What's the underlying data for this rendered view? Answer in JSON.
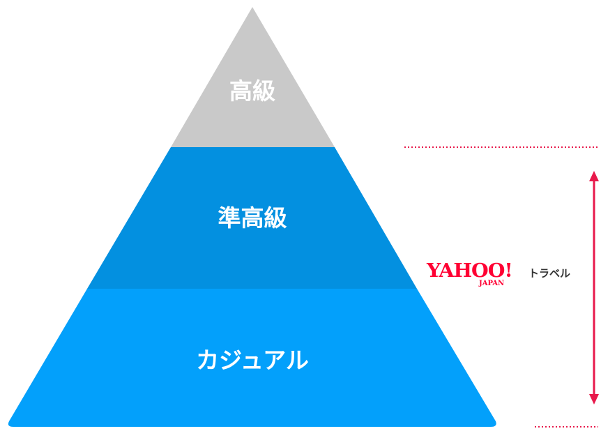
{
  "tiers": [
    {
      "label": "高級",
      "color": "#c9c9c9"
    },
    {
      "label": "準高級",
      "color": "#0390e0"
    },
    {
      "label": "カジュアル",
      "color": "#03a0fb"
    }
  ],
  "brand": {
    "logo": "YAHOO!",
    "sub": "JAPAN",
    "service": "トラベル",
    "color": "#ff0033"
  },
  "range_marker": {
    "color": "#e8194b"
  }
}
